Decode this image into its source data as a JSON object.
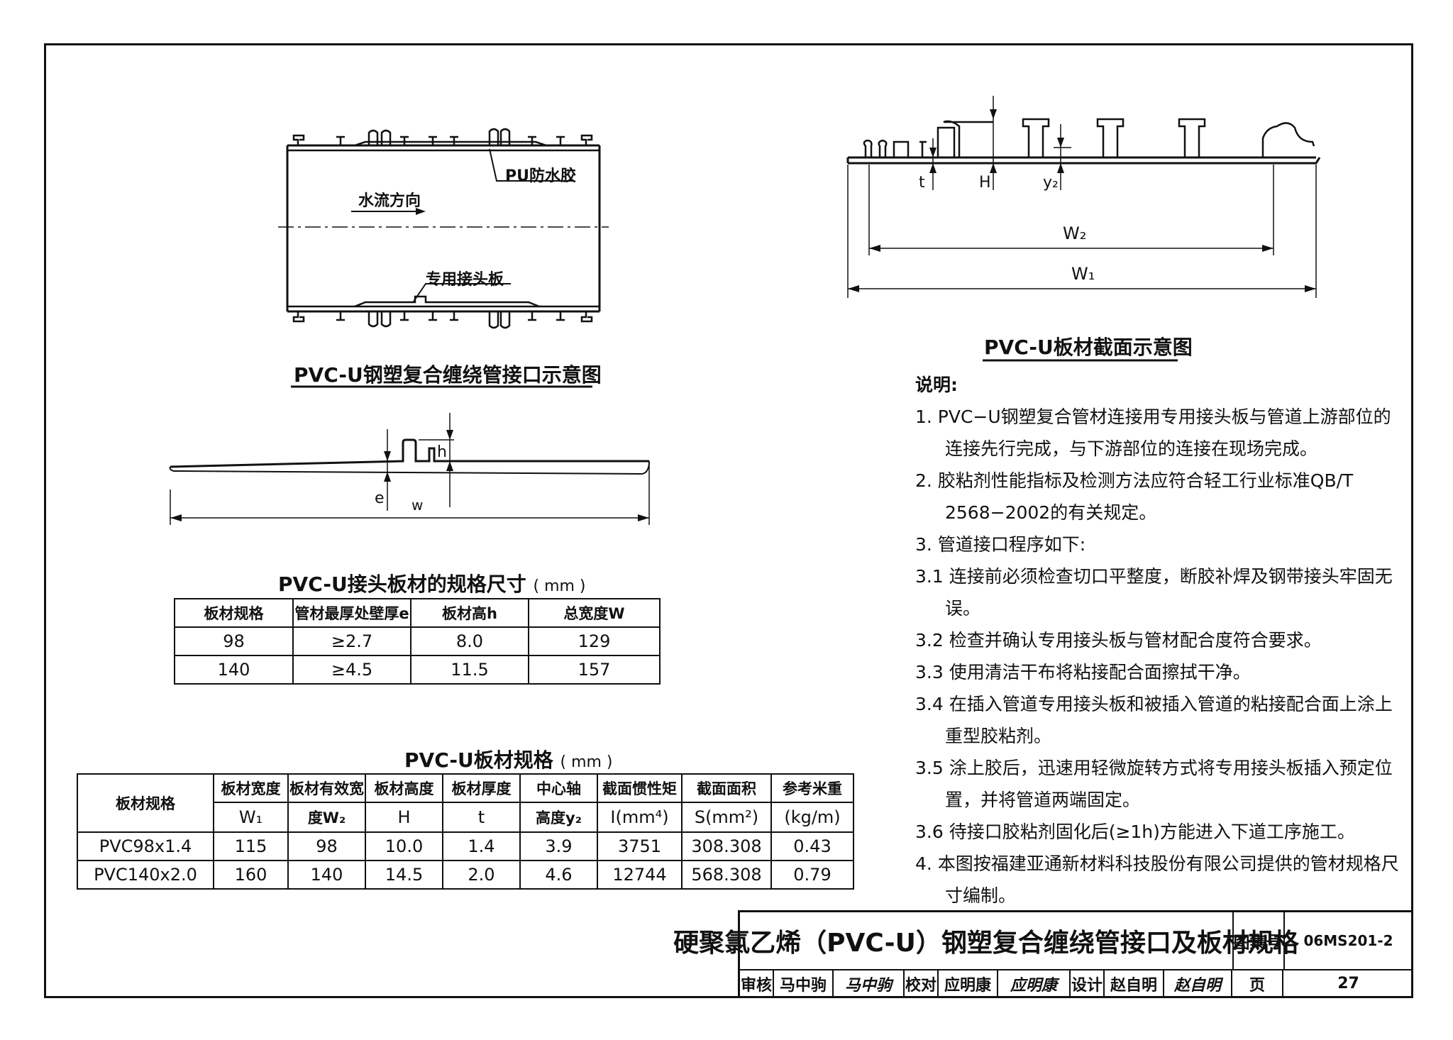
{
  "joint_diagram": {
    "caption": "PVC-U钢塑复合缠绕管接口示意图",
    "label_pu": "PU防水胶",
    "label_flow": "水流方向",
    "label_plate": "专用接头板"
  },
  "plate_diagram": {
    "label_e": "e",
    "label_w": "w",
    "label_h": "h"
  },
  "section_diagram": {
    "caption": "PVC-U板材截面示意图",
    "label_t": "t",
    "label_H": "H",
    "label_y2": "y₂",
    "label_W2": "W₂",
    "label_W1": "W₁"
  },
  "joint_table": {
    "title": "PVC-U接头板材的规格尺寸",
    "unit": "( mm )",
    "headers": [
      "板材规格",
      "管材最厚处壁厚e",
      "板材高h",
      "总宽度W"
    ],
    "rows": [
      [
        "98",
        "≥2.7",
        "8.0",
        "129"
      ],
      [
        "140",
        "≥4.5",
        "11.5",
        "157"
      ]
    ]
  },
  "sheet_table": {
    "title": "PVC-U板材规格",
    "unit": "( mm )",
    "headers": [
      [
        "板材规格",
        ""
      ],
      [
        "板材宽度",
        "W₁"
      ],
      [
        "板材有效宽",
        "度W₂"
      ],
      [
        "板材高度",
        "H"
      ],
      [
        "板材厚度",
        "t"
      ],
      [
        "中心轴",
        "高度y₂"
      ],
      [
        "截面惯性矩",
        "I(mm⁴)"
      ],
      [
        "截面面积",
        "S(mm²)"
      ],
      [
        "参考米重",
        "(kg/m)"
      ]
    ],
    "rows": [
      [
        "PVC98x1.4",
        "115",
        "98",
        "10.0",
        "1.4",
        "3.9",
        "3751",
        "308.308",
        "0.43"
      ],
      [
        "PVC140x2.0",
        "160",
        "140",
        "14.5",
        "2.0",
        "4.6",
        "12744",
        "568.308",
        "0.79"
      ]
    ]
  },
  "notes": {
    "title": "说明:",
    "items": [
      "1.  PVC−U钢塑复合管材连接用专用接头板与管道上游部位的连接先行完成，与下游部位的连接在现场完成。",
      "2.  胶粘剂性能指标及检测方法应符合轻工行业标准QB/T 2568−2002的有关规定。",
      "3.  管道接口程序如下:",
      "3.1  连接前必须检查切口平整度，断胶补焊及钢带接头牢固无误。",
      "3.2  检查并确认专用接头板与管材配合度符合要求。",
      "3.3  使用清洁干布将粘接配合面擦拭干净。",
      "3.4  在插入管道专用接头板和被插入管道的粘接配合面上涂上重型胶粘剂。",
      "3.5  涂上胶后，迅速用轻微旋转方式将专用接头板插入预定位置，并将管道两端固定。",
      "3.6  待接口胶粘剂固化后(≥1h)方能进入下道工序施工。",
      "4.  本图按福建亚通新材料科技股份有限公司提供的管材规格尺寸编制。"
    ]
  },
  "title_block": {
    "title": "硬聚氯乙烯（PVC-U）钢塑复合缠绕管接口及板材规格",
    "atlas_label": "图集号",
    "atlas_code": "06MS201-2",
    "review_label": "审核",
    "reviewer": "马中驹",
    "reviewer_sig": "马中驹",
    "check_label": "校对",
    "checker": "应明康",
    "checker_sig": "应明康",
    "design_label": "设计",
    "designer": "赵自明",
    "designer_sig": "赵自明",
    "page_label": "页",
    "page_number": "27"
  }
}
